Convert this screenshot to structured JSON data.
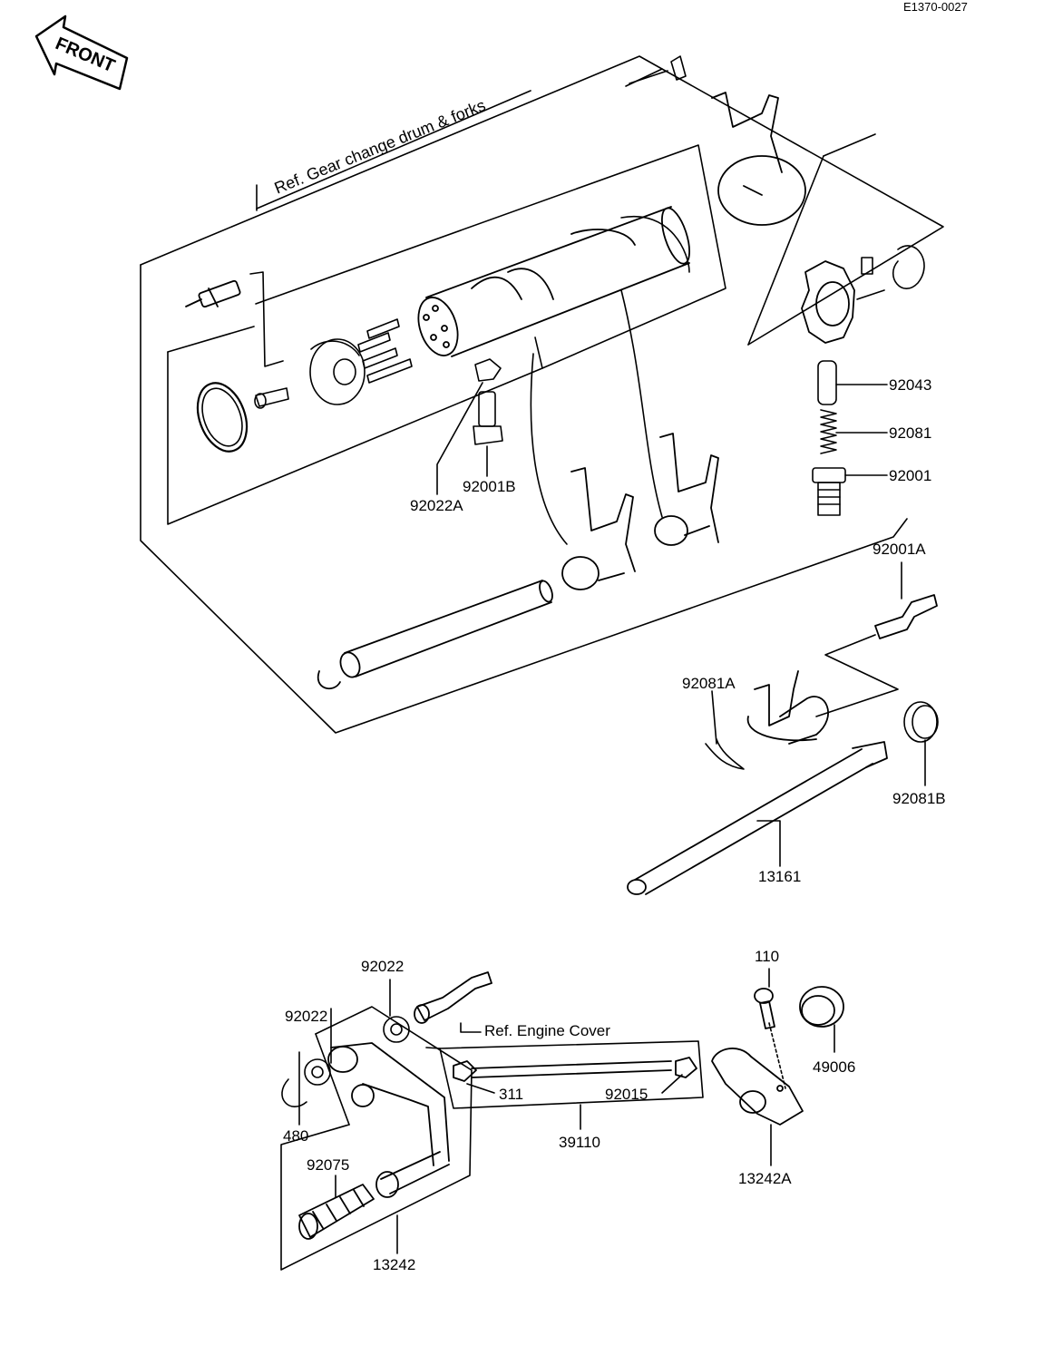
{
  "drawing_code": "E1370-0027",
  "front_badge": "FRONT",
  "refs": {
    "drum_forks": "Ref.  Gear change drum & forks",
    "engine_cover": "Ref.  Engine Cover"
  },
  "parts": [
    {
      "id": "p92043",
      "label": "92043"
    },
    {
      "id": "p92081",
      "label": "92081"
    },
    {
      "id": "p92001",
      "label": "92001"
    },
    {
      "id": "p92001B",
      "label": "92001B"
    },
    {
      "id": "p92022A",
      "label": "92022A"
    },
    {
      "id": "p92001A",
      "label": "92001A"
    },
    {
      "id": "p92081A",
      "label": "92081A"
    },
    {
      "id": "p92081B",
      "label": "92081B"
    },
    {
      "id": "p13161",
      "label": "13161"
    },
    {
      "id": "p110",
      "label": "110"
    },
    {
      "id": "p92022a",
      "label": "92022"
    },
    {
      "id": "p92022b",
      "label": "92022"
    },
    {
      "id": "p49006",
      "label": "49006"
    },
    {
      "id": "p311",
      "label": "311"
    },
    {
      "id": "p92015",
      "label": "92015"
    },
    {
      "id": "p39110",
      "label": "39110"
    },
    {
      "id": "p480",
      "label": "480"
    },
    {
      "id": "p92075",
      "label": "92075"
    },
    {
      "id": "p13242A",
      "label": "13242A"
    },
    {
      "id": "p13242",
      "label": "13242"
    }
  ]
}
